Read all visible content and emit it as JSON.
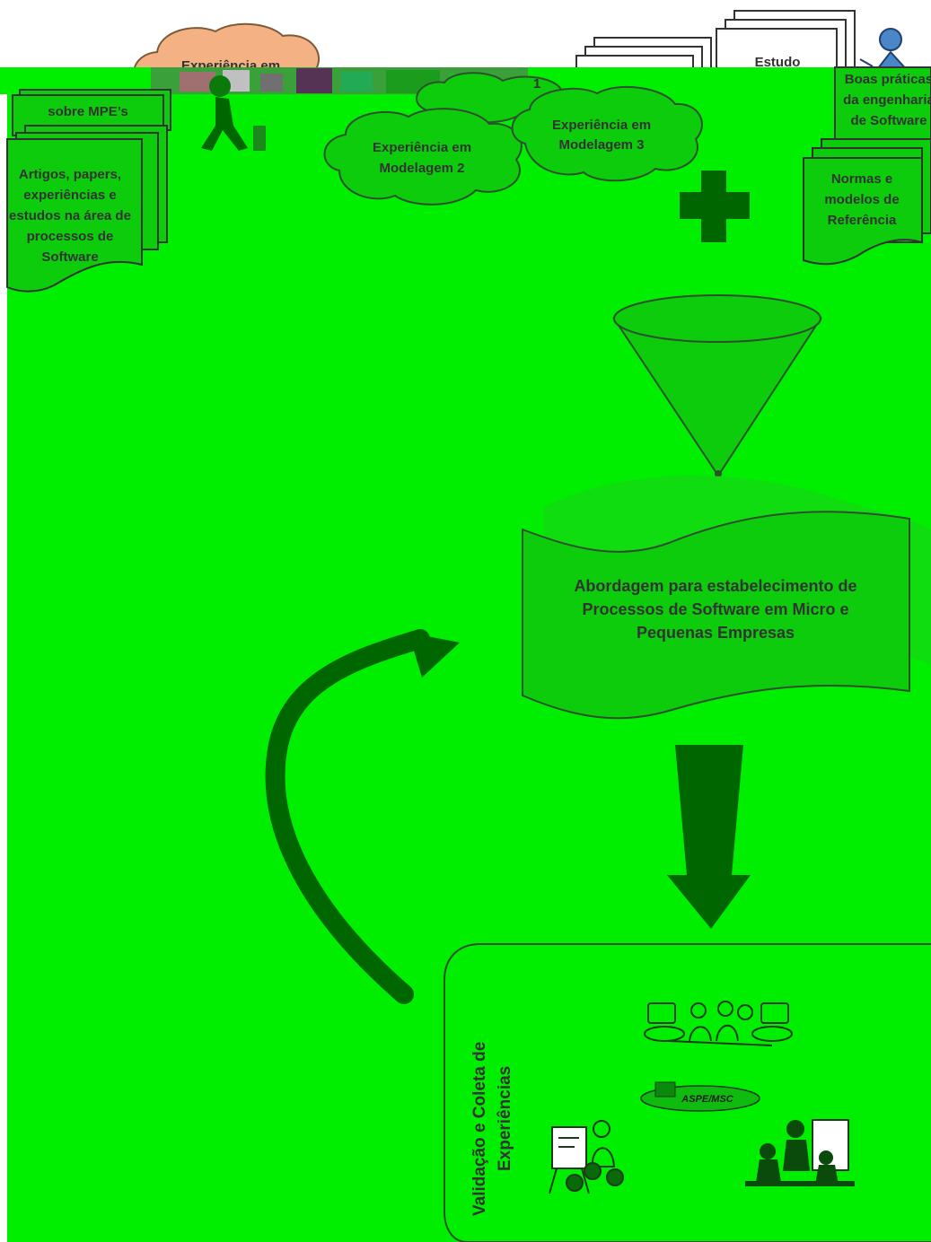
{
  "top": {
    "cloud_orange_label": "Experiência em",
    "cloud_1_fragment": "1",
    "cloud_2_label": [
      "Experiência em",
      "Modelagem 2"
    ],
    "cloud_3_label": [
      "Experiência em",
      "Modelagem 3"
    ],
    "estudo_label": "Estudo",
    "mpe_doc_label": "sobre MPE’s",
    "artigos_label": [
      "Artigos, papers,",
      "experiências e",
      "estudos na área de",
      "processos de",
      "Software"
    ],
    "boas_praticas_label": [
      "Boas práticas",
      "da engenharia",
      "de Software"
    ],
    "normas_label": [
      "Normas e",
      "modelos de",
      "Referência"
    ]
  },
  "center": {
    "approach_label": [
      "Abordagem para estabelecimento de",
      "Processos de Software em Micro e",
      "Pequenas Empresas"
    ]
  },
  "bottom": {
    "validation_label": [
      "Validação e Coleta de",
      "Experiências"
    ],
    "logo_text": "ASPE/MSC"
  },
  "colors": {
    "background_green": "#00ee00",
    "shape_green": "#0ccc0c",
    "dark_green": "#006600",
    "outline": "#2f4f2f",
    "text": "#333333",
    "orange_cloud": "#f4b183",
    "white_doc": "#ffffff",
    "blue_person": "#4a86c8"
  }
}
